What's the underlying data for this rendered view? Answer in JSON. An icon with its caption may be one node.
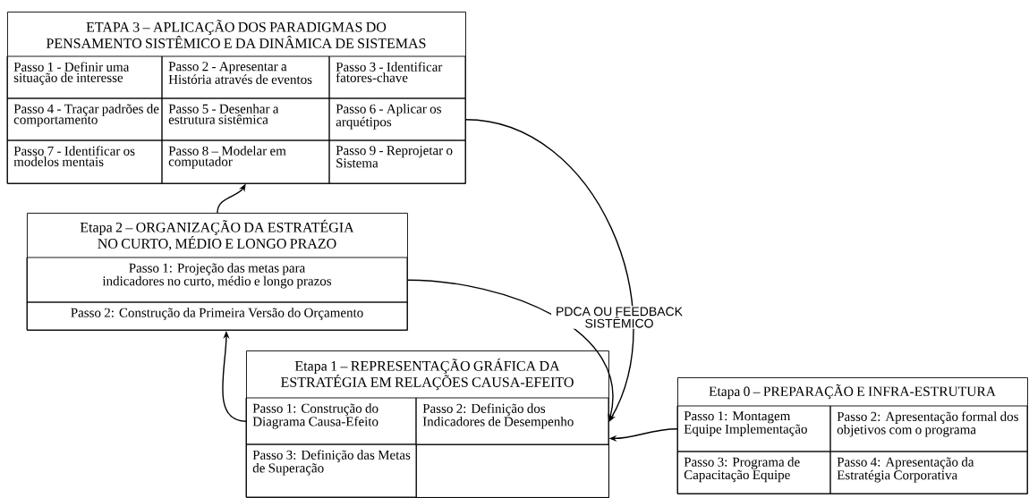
{
  "diagram": {
    "nodes": [
      {
        "text": [
          "ETAPA 3 – APLICAÇÃO DOS PARADIGMAS DO PENSAMENTO SISTÊMICO E DA DINÂMICA DE SISTEMAS"
        ]
      },
      {
        "text": [
          "Passo 1 - Definir uma situação de interesse"
        ],
        "in": 0
      },
      {
        "text": [
          "Passo 2 - Apresentar a História através de eventos"
        ],
        "in": 0
      },
      {
        "text": [
          "Passo 3 - Identificar fatores-chave"
        ],
        "in": 0
      },
      {
        "text": [
          "Passo 4 - Traçar padrões de comportamento"
        ],
        "in": 0
      },
      {
        "text": [
          "Passo 5 - Desenhar a estrutura sistêmica"
        ],
        "in": 0
      },
      {
        "text": [
          "Passo 6 - Aplicar os arquétipos"
        ],
        "in": 0
      },
      {
        "text": [
          "Passo 7 - Identificar os modelos mentais"
        ],
        "in": 0
      },
      {
        "text": [
          "Passo 8 – Modelar em computador"
        ],
        "in": 0
      },
      {
        "text": [
          "Passo 9 - Reprojetar o Sistema"
        ],
        "in": 0
      },
      {
        "text": [
          "Etapa 2 – ORGANIZAÇÃO DA ESTRATÉGIA NO CURTO, MÉDIO E LONGO PRAZO"
        ]
      },
      {
        "text": [
          "Passo 1: Projeção das metas para indicadores no curto, médio e longo prazos"
        ],
        "in": 10
      },
      {
        "text": [
          "Passo 2: Construção da Primeira Versão do Orçamento"
        ],
        "in": 10
      },
      {
        "text": [
          "Etapa 1 – REPRESENTAÇÃO GRÁFICA DA ESTRATÉGIA EM RELAÇÕES CAUSA-EFEITO"
        ]
      },
      {
        "text": [
          "Passo 1: Construção do Diagrama Causa-Efeito"
        ],
        "in": 13
      },
      {
        "text": [
          "Passo 2: Definição dos Indicadores de Desempenho"
        ],
        "in": 13
      },
      {
        "text": [
          "Passo 3: Definição das Metas de Superação"
        ],
        "in": 13
      },
      {
        "text": [],
        "shape": "box",
        "in": 13
      },
      {
        "text": [
          "Etapa 0 – PREPARAÇÃO E INFRA-ESTRUTURA"
        ]
      },
      {
        "text": [
          "Passo 1: Montagem Equipe Implementação"
        ],
        "in": 18
      },
      {
        "text": [
          "Passo 2: Apresentação formal dos objetivos com o programa"
        ],
        "in": 18
      },
      {
        "text": [
          "Passo 3: Programa de Capacitação Equipe"
        ],
        "in": 18
      },
      {
        "text": [
          "Passo 4: Apresentação da Estratégia Corporativa"
        ],
        "in": 18
      }
    ],
    "edges": [
      {
        "from": 19,
        "to": 15,
        "arrow": "to"
      },
      {
        "from": 11,
        "to": 15,
        "arrow": "to"
      },
      {
        "from": 6,
        "to": 15,
        "arrow": "to",
        "label": "PDCA OU FEEDBACK SISTÊMICO"
      },
      {
        "from": 14,
        "to": 10,
        "arrow": "to"
      },
      {
        "from": 10,
        "to": 8,
        "arrow": "to"
      }
    ]
  }
}
